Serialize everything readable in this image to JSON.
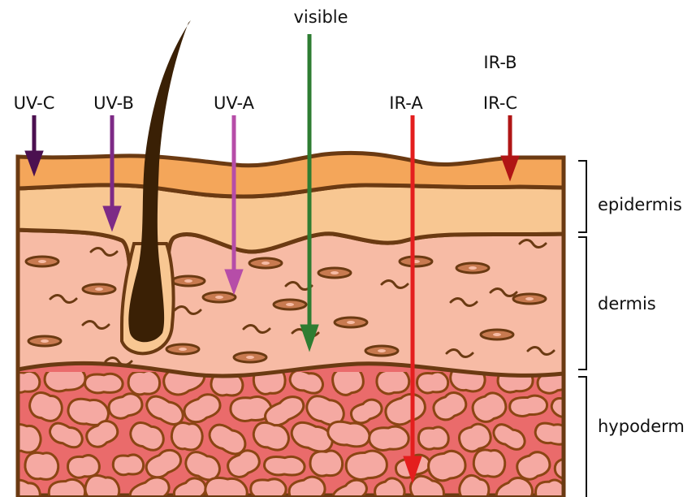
{
  "radiation": {
    "uvc": {
      "label": "UV-C",
      "color": "#4b1050"
    },
    "uvb": {
      "label": "UV-B",
      "color": "#7d2a86"
    },
    "uva": {
      "label": "UV-A",
      "color": "#b64da8"
    },
    "visible": {
      "label": "visible",
      "color": "#2e7d32"
    },
    "ira": {
      "label": "IR-A",
      "color": "#e41e1e"
    },
    "irb": {
      "label": "IR-B"
    },
    "irc": {
      "label": "IR-C",
      "color": "#b01515"
    }
  },
  "layers": {
    "epidermis": {
      "label": "epidermis",
      "color_top": "#f4a65a",
      "color": "#f8c792"
    },
    "dermis": {
      "label": "dermis",
      "color": "#f7bba5"
    },
    "hypodermis": {
      "label": "hypoderm",
      "color": "#ea6b6b"
    }
  },
  "colors": {
    "outline": "#6b3a12",
    "hair": "#3a2005",
    "cell_fill": "#f5a9a2"
  }
}
